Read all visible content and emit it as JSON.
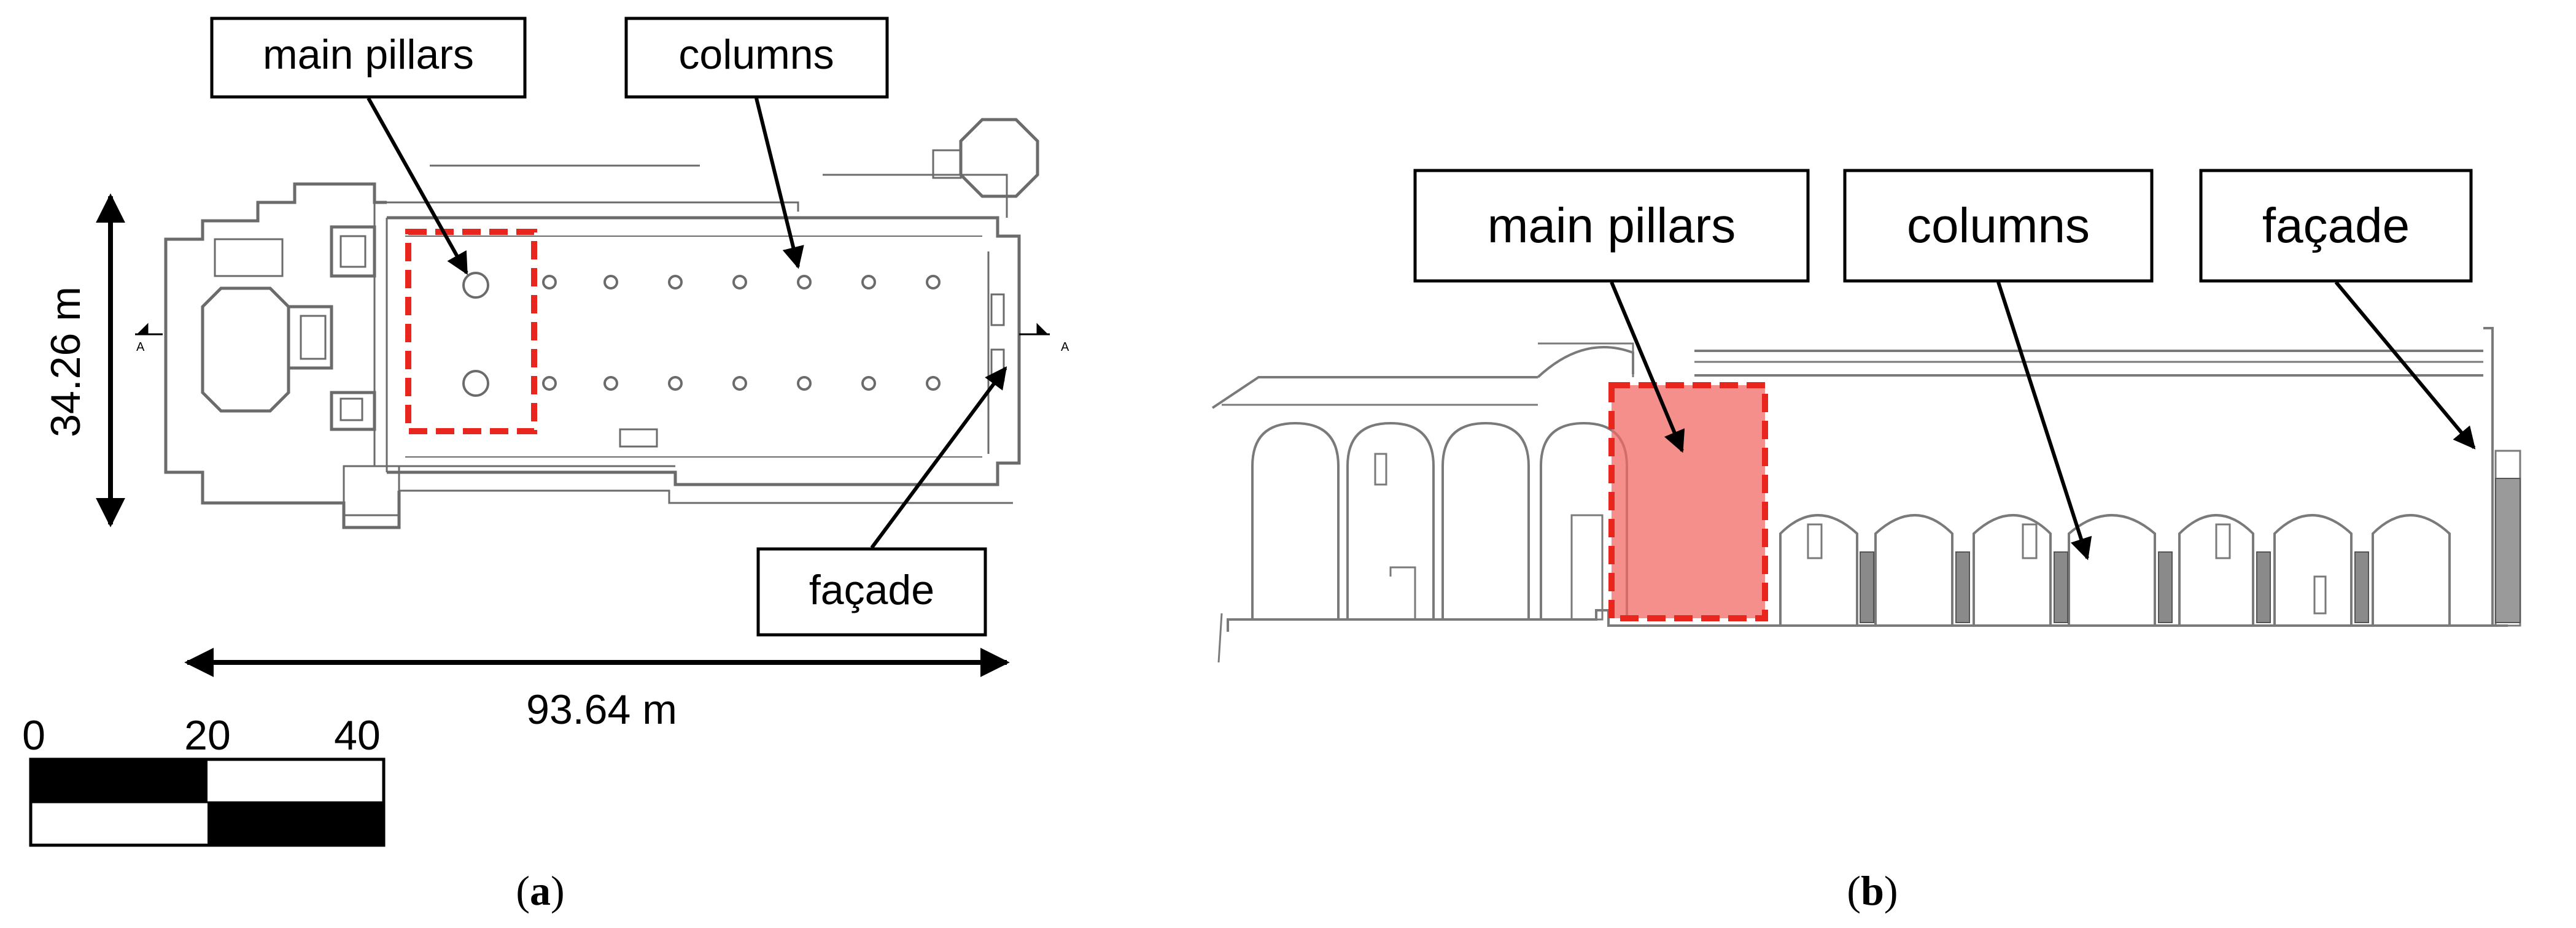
{
  "panel_a": {
    "labels": {
      "main_pillars": "main pillars",
      "columns": "columns",
      "facade": "façade"
    },
    "dimensions": {
      "width": "34.26 m",
      "length": "93.64 m"
    },
    "scale_bar": {
      "ticks": [
        "0",
        "20",
        "40"
      ]
    },
    "section_marks": [
      "A",
      "A"
    ],
    "caption": {
      "open": "(",
      "letter": "a",
      "close": ")"
    }
  },
  "panel_b": {
    "labels": {
      "main_pillars": "main pillars",
      "columns": "columns",
      "facade": "façade"
    },
    "caption": {
      "open": "(",
      "letter": "b",
      "close": ")"
    }
  },
  "colors": {
    "highlight_red": "#e8261e",
    "highlight_fill": "#f26a64",
    "line": "#000000",
    "drawing": "#6b6b6b"
  }
}
